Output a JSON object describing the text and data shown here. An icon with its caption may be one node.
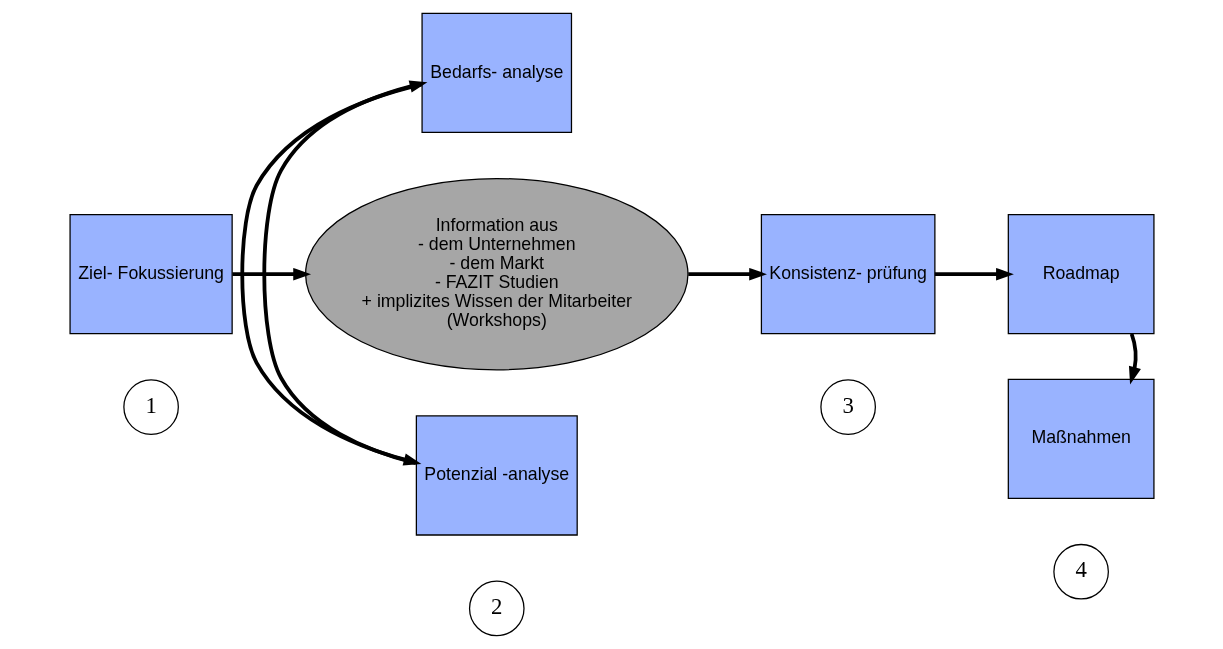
{
  "diagram": {
    "nodes": [
      {
        "text": [
          "Ziel- Fokussierung"
        ]
      },
      {
        "text": [
          "Bedarfs- analyse"
        ]
      },
      {
        "text": [
          "Information aus",
          "- dem Unternehmen",
          "- dem Markt",
          "- FAZIT Studien",
          "+ implizites Wissen der Mitarbeiter",
          "(Workshops)"
        ]
      },
      {
        "text": [
          "Potenzial -analyse"
        ]
      },
      {
        "text": [
          "Konsistenz- prüfung"
        ]
      },
      {
        "text": [
          "Roadmap"
        ]
      },
      {
        "text": [
          "Maßnahmen"
        ]
      },
      {
        "text": [
          "1"
        ]
      },
      {
        "text": [
          "2"
        ]
      },
      {
        "text": [
          "3"
        ]
      },
      {
        "text": [
          "4"
        ]
      }
    ],
    "edges": [
      {
        "from": 0,
        "to": 2,
        "arrow": "to"
      },
      {
        "from": 3,
        "to": 1,
        "arrow": "to"
      },
      {
        "from": 1,
        "to": 3,
        "arrow": "to"
      },
      {
        "from": 2,
        "to": 4,
        "arrow": "to"
      },
      {
        "from": 4,
        "to": 5,
        "arrow": "to"
      },
      {
        "from": 5,
        "to": 6,
        "arrow": "to"
      }
    ]
  }
}
